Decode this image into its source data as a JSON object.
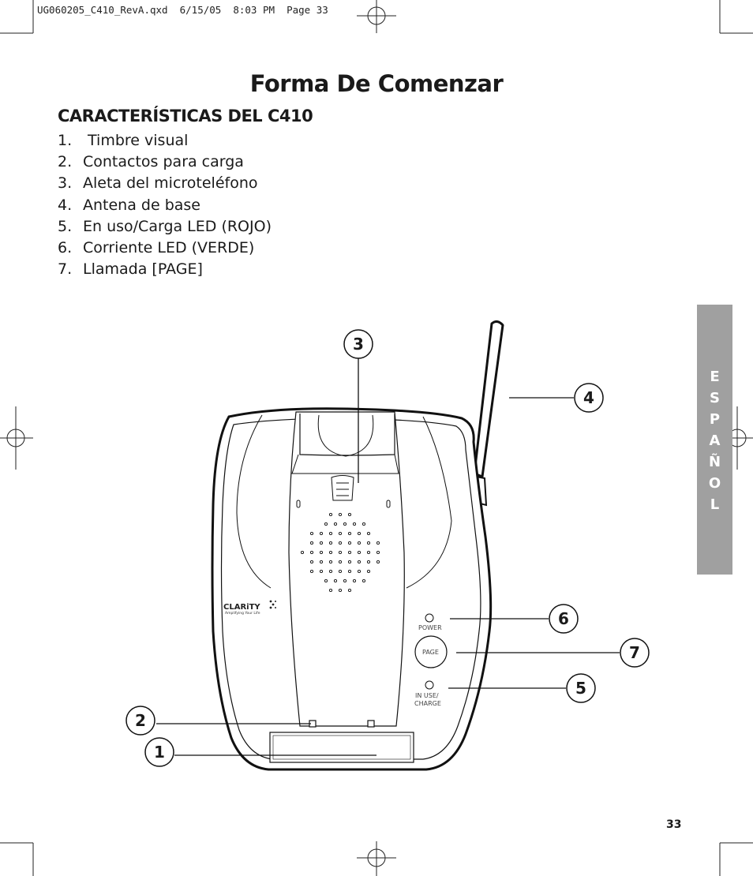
{
  "print_slug": "UG060205_C410_RevA.qxd  6/15/05  8:03 PM  Page 33",
  "page_title": "Forma De Comenzar",
  "section_heading": "CARACTERÍSTICAS DEL C410",
  "features": [
    {
      "num": "1.",
      "text": " Timbre visual"
    },
    {
      "num": "2.",
      "text": "Contactos para carga"
    },
    {
      "num": "3.",
      "text": "Aleta del microteléfono"
    },
    {
      "num": "4.",
      "text": "Antena de base"
    },
    {
      "num": "5.",
      "text": "En uso/Carga LED (ROJO)"
    },
    {
      "num": "6.",
      "text": "Corriente LED (VERDE)"
    },
    {
      "num": "7.",
      "text": "Llamada [PAGE]"
    }
  ],
  "language_tab": [
    "E",
    "S",
    "P",
    "A",
    "Ñ",
    "O",
    "L"
  ],
  "language_tab_color": "#a0a0a0",
  "device_labels": {
    "power": "POWER",
    "page": "PAGE",
    "in_use_line1": "IN USE/",
    "in_use_line2": "CHARGE",
    "brand": "CLARiTY",
    "tagline": "Amplifying Your Life"
  },
  "callouts": {
    "c1": "1",
    "c2": "2",
    "c3": "3",
    "c4": "4",
    "c5": "5",
    "c6": "6",
    "c7": "7"
  },
  "page_number": "33"
}
